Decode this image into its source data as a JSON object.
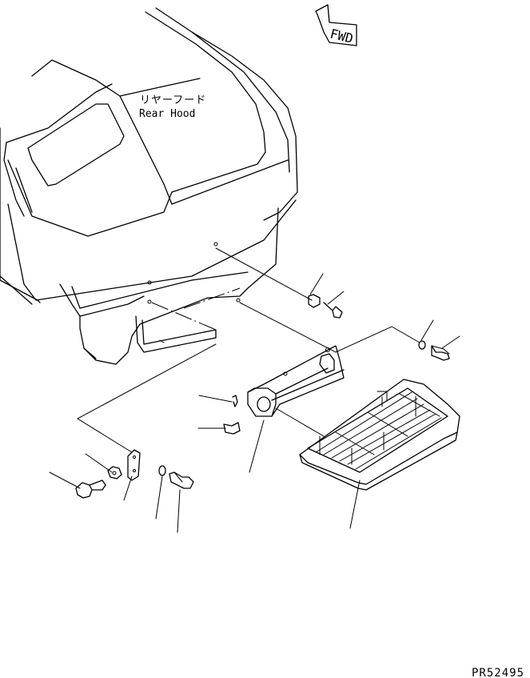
{
  "labels": {
    "hood_jp": "リヤーフード",
    "hood_en": "Rear Hood",
    "fwd": "FWD",
    "drawing_no": "PR52495"
  },
  "colors": {
    "line": "#000000",
    "background": "#ffffff"
  },
  "icons": {
    "direction_arrow": "fwd-arrow-icon"
  }
}
